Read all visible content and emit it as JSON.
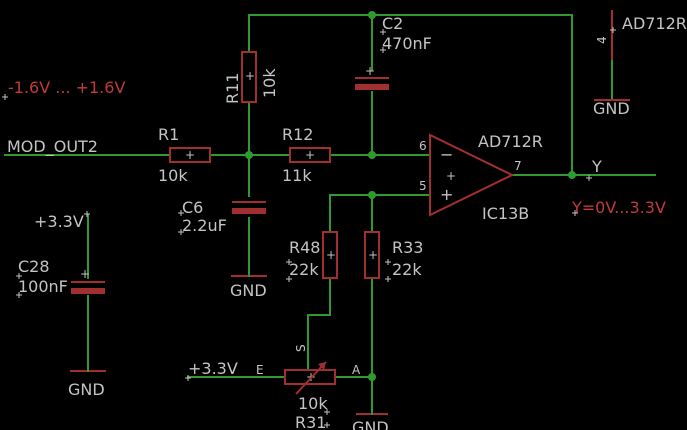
{
  "net_labels": {
    "mod_out": "MOD_OUT2",
    "vcc_left": "+3.3V",
    "vcc_bottom": "+3.3V",
    "gnd_c6": "GND",
    "gnd_c28": "GND",
    "gnd_a": "GND",
    "gnd_top": "GND",
    "y_out": "Y"
  },
  "notes": {
    "input_range": "-1.6V ... +1.6V",
    "output_range": "Y=0V...3.3V"
  },
  "components": {
    "r1": {
      "name": "R1",
      "value": "10k"
    },
    "r11": {
      "name": "R11",
      "value": "10k"
    },
    "r12": {
      "name": "R12",
      "value": "11k"
    },
    "c2": {
      "name": "C2",
      "value": "470nF"
    },
    "c6": {
      "name": "C6",
      "value": "2.2uF"
    },
    "c28": {
      "name": "C28",
      "value": "100nF"
    },
    "r48": {
      "name": "R48",
      "value": "22k"
    },
    "r33": {
      "name": "R33",
      "value": "22k"
    },
    "r31": {
      "name": "R31",
      "value": "10k"
    },
    "opamp": {
      "part": "AD712R",
      "ref": "IC13B",
      "pin_in_neg": "6",
      "pin_in_pos": "5",
      "pin_out": "7"
    },
    "power_unit": {
      "part": "AD712R",
      "pin": "4"
    }
  },
  "pot_pins": {
    "e": "E",
    "s": "S",
    "a": "A"
  }
}
